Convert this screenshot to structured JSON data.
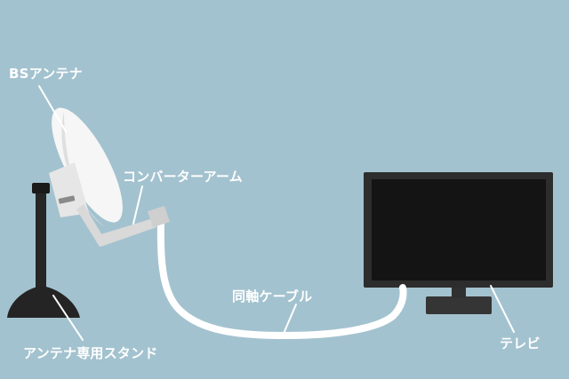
{
  "labels": {
    "bs_antenna": "BSアンテナ",
    "converter_arm": "コンバーターアーム",
    "coax_cable": "同軸ケーブル",
    "tv": "テレビ",
    "antenna_stand": "アンテナ専用スタンド"
  },
  "colors": {
    "background": "#a3c2cf",
    "label_text": "#ffffff",
    "leader_line": "#ffffff",
    "dish_light": "#f6f6f6",
    "dish_shade": "#dcdcdc",
    "arm": "#d9d9d9",
    "stand": "#262626",
    "tv_frame": "#2d2d2d",
    "tv_screen": "#141414",
    "cable": "#ffffff"
  }
}
